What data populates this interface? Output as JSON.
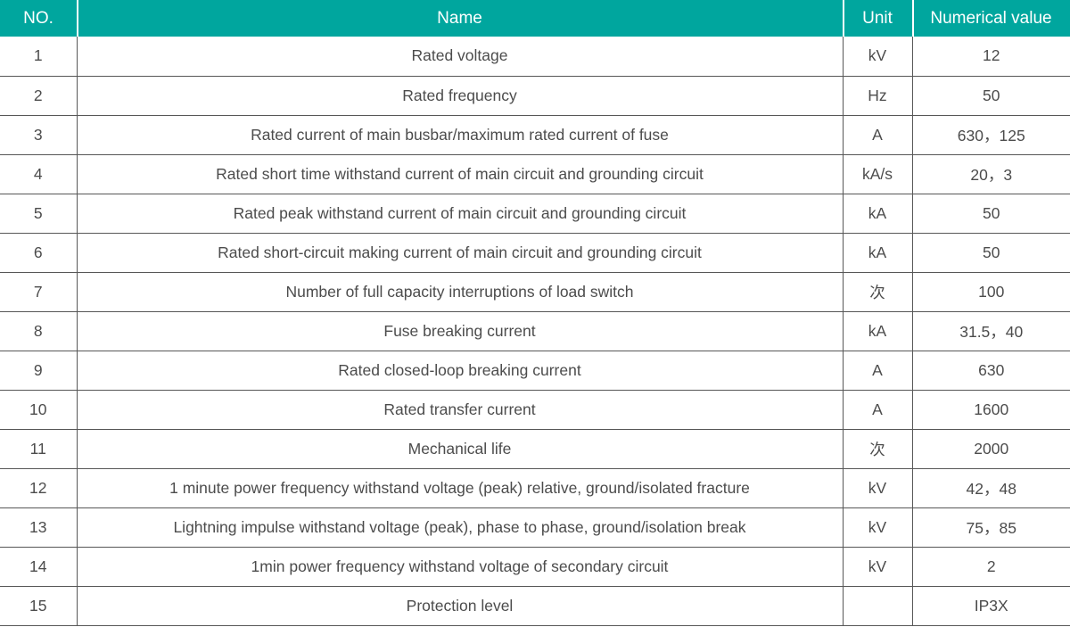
{
  "table": {
    "columns": [
      {
        "key": "no",
        "label": "NO."
      },
      {
        "key": "name",
        "label": "Name"
      },
      {
        "key": "unit",
        "label": "Unit"
      },
      {
        "key": "value",
        "label": "Numerical value"
      }
    ],
    "header_background": "#00a69e",
    "header_text_color": "#ffffff",
    "body_text_color": "#4c4c4c",
    "border_color": "#575757",
    "rows": [
      {
        "no": "1",
        "name": "Rated voltage",
        "unit": "kV",
        "value": "12"
      },
      {
        "no": "2",
        "name": "Rated frequency",
        "unit": "Hz",
        "value": "50"
      },
      {
        "no": "3",
        "name": "Rated current of main busbar/maximum rated current of fuse",
        "unit": "A",
        "value": "630，125"
      },
      {
        "no": "4",
        "name": "Rated short time withstand current of main circuit and grounding circuit",
        "unit": "kA/s",
        "value": "20，3"
      },
      {
        "no": "5",
        "name": "Rated peak withstand current of main circuit and grounding circuit",
        "unit": "kA",
        "value": "50"
      },
      {
        "no": "6",
        "name": "Rated short-circuit making current of main circuit and grounding circuit",
        "unit": "kA",
        "value": "50"
      },
      {
        "no": "7",
        "name": "Number of full capacity interruptions of load switch",
        "unit": "次",
        "value": "100"
      },
      {
        "no": "8",
        "name": "Fuse breaking current",
        "unit": "kA",
        "value": "31.5，40"
      },
      {
        "no": "9",
        "name": "Rated closed-loop breaking current",
        "unit": "A",
        "value": "630"
      },
      {
        "no": "10",
        "name": "Rated transfer current",
        "unit": "A",
        "value": "1600"
      },
      {
        "no": "11",
        "name": "Mechanical life",
        "unit": "次",
        "value": "2000"
      },
      {
        "no": "12",
        "name": "1 minute power frequency withstand voltage (peak) relative, ground/isolated fracture",
        "unit": "kV",
        "value": "42，48"
      },
      {
        "no": "13",
        "name": "Lightning impulse withstand voltage (peak), phase to phase, ground/isolation break",
        "unit": "kV",
        "value": "75，85"
      },
      {
        "no": "14",
        "name": "1min power frequency withstand voltage of secondary circuit",
        "unit": "kV",
        "value": "2"
      },
      {
        "no": "15",
        "name": "Protection level",
        "unit": "",
        "value": "IP3X"
      }
    ]
  }
}
